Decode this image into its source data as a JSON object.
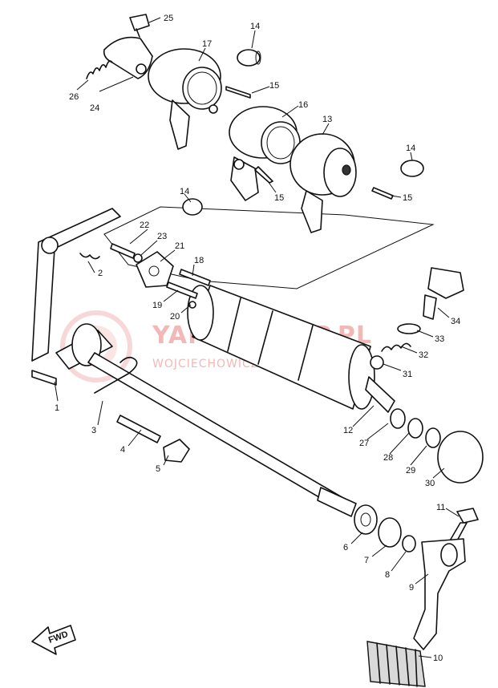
{
  "watermark": {
    "line1": "YAMA-SKLEP.PL",
    "line2": "WOJCIECHOWICZ | DEALER YAMAHA",
    "color": "#f2b8b8"
  },
  "fwd_label": "FWD",
  "callouts": [
    "1",
    "2",
    "3",
    "4",
    "5",
    "6",
    "7",
    "8",
    "9",
    "10",
    "11",
    "12",
    "13",
    "14",
    "14",
    "14",
    "15",
    "15",
    "15",
    "15",
    "16",
    "17",
    "18",
    "19",
    "20",
    "21",
    "22",
    "23",
    "24",
    "25",
    "26",
    "27",
    "28",
    "29",
    "30",
    "31",
    "32",
    "33",
    "34"
  ]
}
